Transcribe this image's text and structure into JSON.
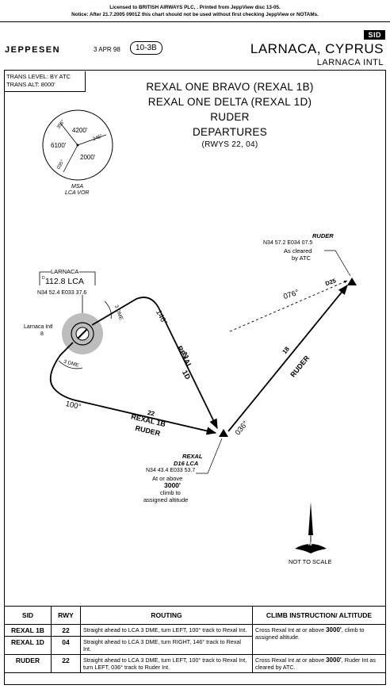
{
  "license": {
    "line1": "Licensed to BRITISH AIRWAYS PLC, . Printed from JeppView disc 13-05.",
    "line2": "Notice: After 21.7.2005 0901Z this chart should not be used without first checking JeppView or NOTAMs."
  },
  "header": {
    "sid_badge": "SID",
    "brand": "JEPPESEN",
    "date": "3 APR 98",
    "chart_no": "10-3B",
    "city": "LARNACA, CYPRUS",
    "airport": "LARNACA INTL"
  },
  "trans": {
    "level": "TRANS LEVEL: BY ATC",
    "alt": "TRANS ALT: 8000'"
  },
  "title": {
    "line1": "REXAL ONE BRAVO (REXAL 1B)",
    "line2": "REXAL ONE DELTA (REXAL 1D)",
    "line3": "RUDER",
    "line4": "DEPARTURES",
    "runways": "(RWYS 22, 04)"
  },
  "msa": {
    "alt_ne": "4200'",
    "alt_w": "6100'",
    "alt_s": "2000'",
    "brg_355": "355°",
    "brg_245": "245°",
    "brg_035": "035°",
    "label1": "MSA",
    "label2": "LCA VOR"
  },
  "vor": {
    "name": "LARNACA",
    "freq": "112.8 LCA",
    "coords": "N34 52.4 E033 37.6",
    "airport_label": "Larnaca Intl",
    "airport_elev": "8"
  },
  "ruder": {
    "name": "RUDER",
    "coords": "N34 57.2 E034 07.5",
    "note1": "As cleared",
    "note2": "by ATC",
    "d25": "D25"
  },
  "rexal": {
    "name1": "REXAL",
    "name2": "D16 LCA",
    "coords": "N34 43.4 E033 53.7",
    "note1": "At or above",
    "note2": "3000'",
    "note3": "climb to",
    "note4": "assigned altitude"
  },
  "routes_on_chart": {
    "dme3_a": "3 DME",
    "dme3_b": "3 DME",
    "trk146": "146°",
    "trk100": "100°",
    "trk036": "036°",
    "trk076": "076°",
    "leg1d_dist": "21",
    "leg1d_name1": "REXAL",
    "leg1d_name2": "1D",
    "leg1b_dist": "22",
    "leg1b_name1": "REXAL 1B",
    "leg1b_name2": "RUDER",
    "ruder_dist": "18",
    "ruder_name": "RUDER"
  },
  "north_label": "N",
  "not_to_scale": "NOT TO SCALE",
  "table": {
    "headers": [
      "SID",
      "RWY",
      "ROUTING",
      "CLIMB INSTRUCTION/ ALTITUDE"
    ],
    "rows": [
      {
        "sid": "REXAL 1B",
        "rwy": "22",
        "routing": "Straight ahead to LCA 3 DME, turn LEFT, 100° track to Rexal Int.",
        "climb_a": "Cross Rexal Int at or above",
        "climb_b": "3000'",
        "climb_c": ", climb to assigned altitude."
      },
      {
        "sid": "REXAL 1D",
        "rwy": "04",
        "routing": "Straight ahead to LCA 3 DME, turn RIGHT, 146° track to Rexal Int.",
        "climb_a": "",
        "climb_b": "",
        "climb_c": ""
      },
      {
        "sid": "RUDER",
        "rwy": "22",
        "routing": "Straight ahead to LCA 3 DME, turn LEFT, 100° track to Rexal Int, turn LEFT, 036° track to Ruder Int.",
        "climb_a": "Cross Rexal Int at or above",
        "climb_b": "3000'",
        "climb_c": ", Ruder Int as cleared by ATC."
      }
    ]
  }
}
